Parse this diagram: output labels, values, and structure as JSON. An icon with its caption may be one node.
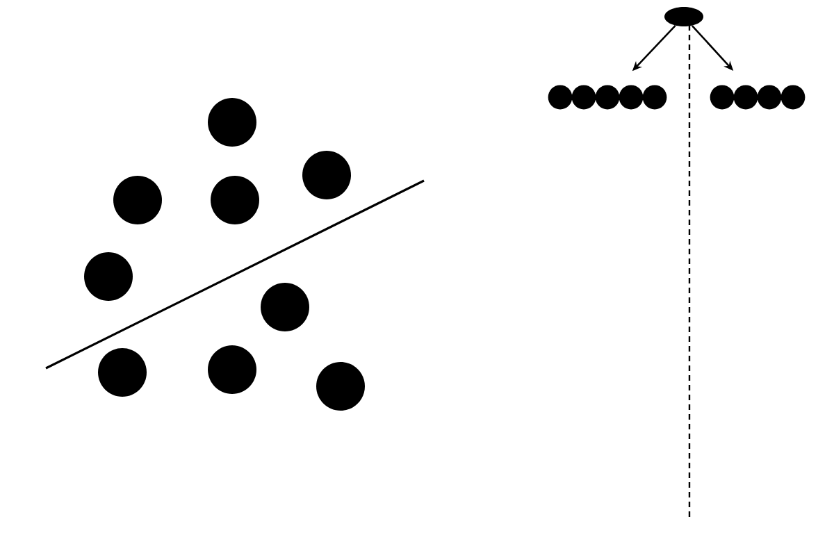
{
  "diagram": {
    "nodes": [
      {
        "text": [],
        "shape": "ellipse"
      },
      {
        "text": [],
        "shape": "dots"
      },
      {
        "text": [],
        "shape": "dots"
      }
    ],
    "edges": [
      {
        "from": 0,
        "to": 1,
        "arrow": "to"
      },
      {
        "from": 0,
        "to": 2,
        "arrow": "to"
      }
    ]
  }
}
